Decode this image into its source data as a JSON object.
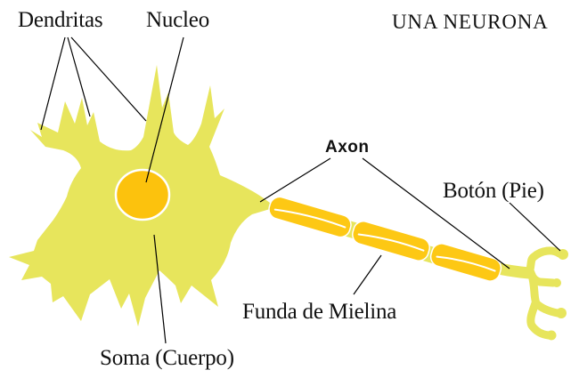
{
  "diagram": {
    "title": "UNA NEURONA",
    "labels": {
      "dendrites": "Dendritas",
      "nucleus": "Nucleo",
      "axon": "Axon",
      "terminal_button": "Botón (Pie)",
      "myelin_sheath": "Funda de Mielina",
      "soma": "Soma (Cuerpo)"
    },
    "colors": {
      "background": "#ffffff",
      "cell_body": "#e7e55c",
      "nucleus": "#fcc20d",
      "myelin": "#fdc814",
      "outline_white": "#ffffff",
      "line": "#000000"
    },
    "structure_notes": {
      "myelin_segment_count": 3,
      "terminal_bouton_count": 4,
      "dendrite_pointer_count": 3
    }
  }
}
